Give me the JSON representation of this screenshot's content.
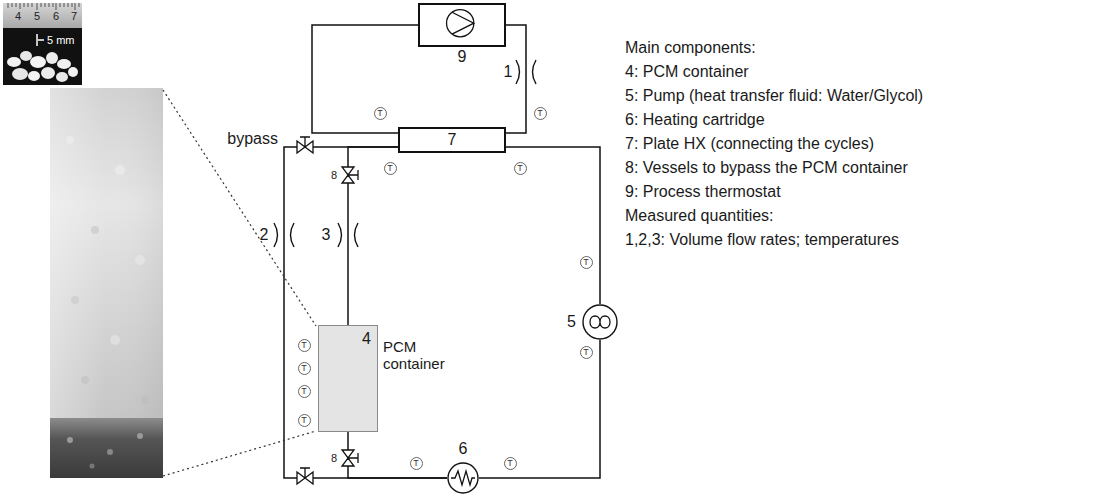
{
  "diagram": {
    "nodes": [
      {
        "text": [
          "9"
        ]
      },
      {
        "text": [
          "T"
        ]
      },
      {
        "text": [
          "T"
        ]
      },
      {
        "text": [
          "7"
        ]
      },
      {
        "text": [
          "T"
        ]
      },
      {
        "text": [
          "T"
        ]
      },
      {
        "text": [
          "T"
        ]
      },
      {
        "text": [
          "5"
        ]
      },
      {
        "text": [
          "4",
          "PCM container"
        ]
      },
      {
        "text": [
          "T"
        ]
      },
      {
        "text": [
          "T"
        ]
      },
      {
        "text": [
          "T"
        ]
      },
      {
        "text": [
          "T"
        ]
      },
      {
        "text": [
          "T"
        ]
      },
      {
        "text": [
          "T"
        ]
      },
      {
        "text": [
          "T"
        ]
      },
      {
        "text": [
          "6"
        ]
      }
    ],
    "edges": [
      {
        "from": 0,
        "to": 3,
        "arrow": "none"
      },
      {
        "from": 0,
        "to": 3,
        "arrow": "none"
      },
      {
        "from": 3,
        "to": 8,
        "arrow": "none"
      },
      {
        "from": 3,
        "to": 16,
        "arrow": "none"
      },
      {
        "from": 8,
        "to": 16,
        "arrow": "none"
      },
      {
        "from": 16,
        "to": 7,
        "arrow": "none"
      },
      {
        "from": 7,
        "to": 3,
        "arrow": "none"
      }
    ],
    "labels": [
      "4",
      "5",
      "6",
      "7",
      "5 mm",
      "1",
      "bypass",
      "8",
      "2",
      "3",
      "8",
      "Main components:",
      "4: PCM container",
      "5: Pump (heat transfer fluid: Water/Glycol)",
      "6: Heating cartridge",
      "7: Plate HX (connecting the cycles)",
      "8: Vessels to bypass the PCM container",
      "9: Process thermostat",
      "Measured quantities:",
      "1,2,3: Volume flow rates; temperatures"
    ]
  }
}
